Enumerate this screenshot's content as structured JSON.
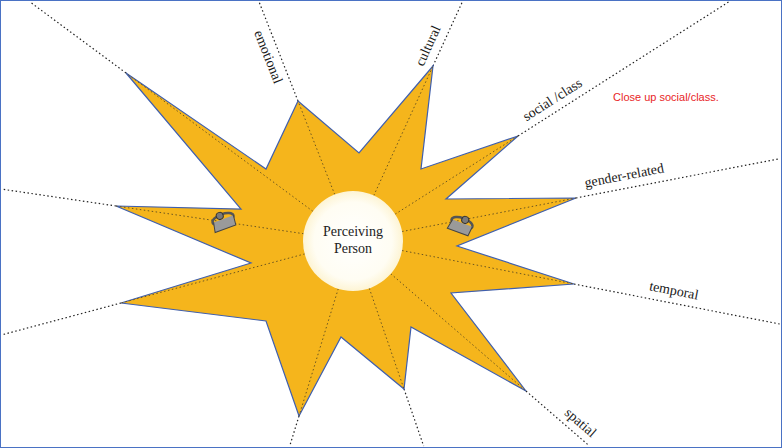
{
  "diagram": {
    "nodes": [
      {
        "text": [
          "Perceiving Person"
        ]
      }
    ],
    "labels": [
      "emotional",
      "cultural",
      "social /class",
      "Close up social/class.",
      "gender-related",
      "temporal",
      "spatial"
    ]
  }
}
